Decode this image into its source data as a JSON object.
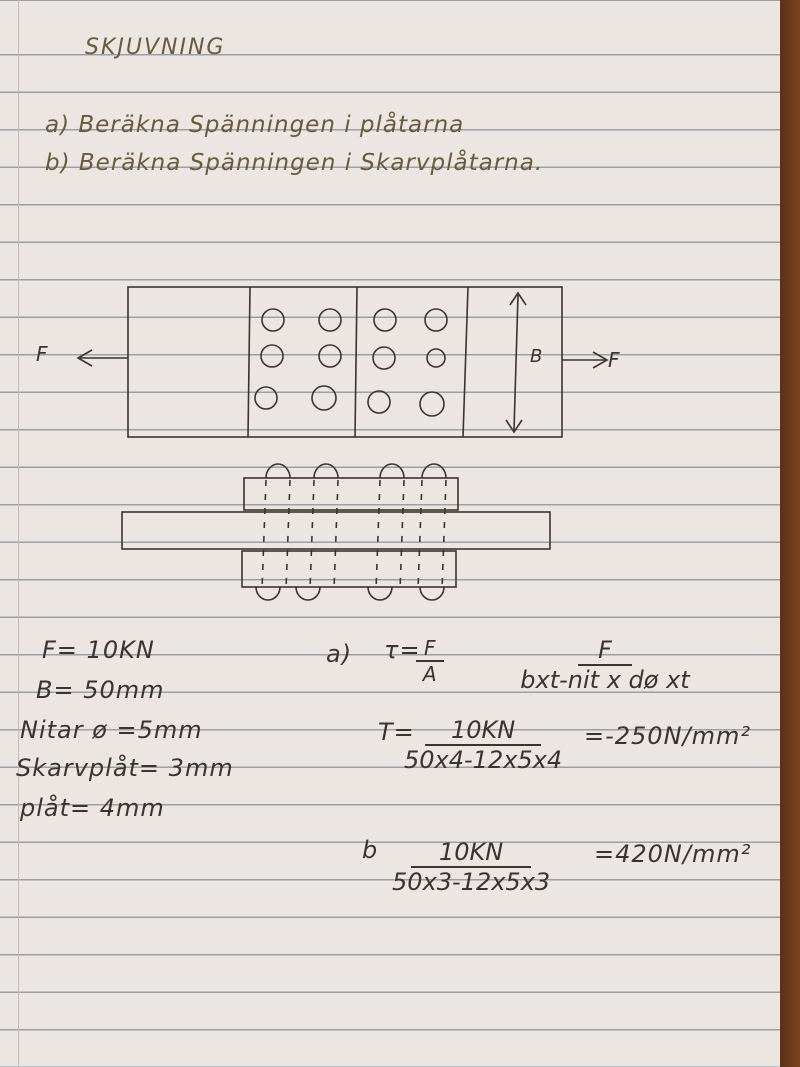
{
  "title": "SKJUVNING",
  "questions": [
    "a) Beräkna Spänningen i plåtarna",
    "b) Beräkna Spänningen i Skarvplåtarna."
  ],
  "diagram": {
    "force_left": "F",
    "force_right": "F",
    "width_label": "B"
  },
  "givens": [
    "F= 10KN",
    "B= 50mm",
    "Nitar ø =5mm",
    "Skarvplåt= 3mm",
    "plåt= 4mm"
  ],
  "solution_a": {
    "label": "a)",
    "formula_lhs": "τ=",
    "formula_num": "F",
    "formula_den": "A",
    "general_num": "F",
    "general_den": "bxt-nit x dø xt",
    "calc_lhs": "T=",
    "calc_num": "10KN",
    "calc_den": "50x4-12x5x4",
    "result": "=-250N/mm²"
  },
  "solution_b": {
    "label": "b",
    "calc_num": "10KN",
    "calc_den": "50x3-12x5x3",
    "result": "=420N/mm²"
  }
}
